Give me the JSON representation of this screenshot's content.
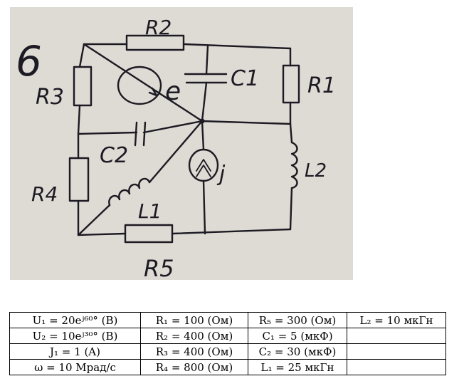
{
  "figure": {
    "variant_number": "6",
    "labels": {
      "R2": "R2",
      "R3": "R3",
      "R1": "R1",
      "R4": "R4",
      "R5": "R5",
      "C1": "C1",
      "C2": "C2",
      "L1": "L1",
      "L2": "L2",
      "e": "e",
      "j": "j"
    },
    "background_color": "#dedad4",
    "ink_color": "#1c1a22"
  },
  "params_table": {
    "rows": [
      [
        "U₁ = 20eʲ⁶⁰° (B)",
        "R₁ = 100 (Ом)",
        "R₅ = 300 (Ом)",
        "L₂ = 10 мкГн"
      ],
      [
        "U₂ = 10eʲ³⁰° (B)",
        "R₂ = 400 (Ом)",
        "C₁ = 5 (мкФ)",
        ""
      ],
      [
        "J₁ = 1 (A)",
        "R₃ = 400 (Ом)",
        "C₂ = 30 (мкФ)",
        ""
      ],
      [
        "ω = 10 Мрад/c",
        "R₄ = 800 (Ом)",
        "L₁ = 25 мкГн",
        ""
      ]
    ]
  }
}
